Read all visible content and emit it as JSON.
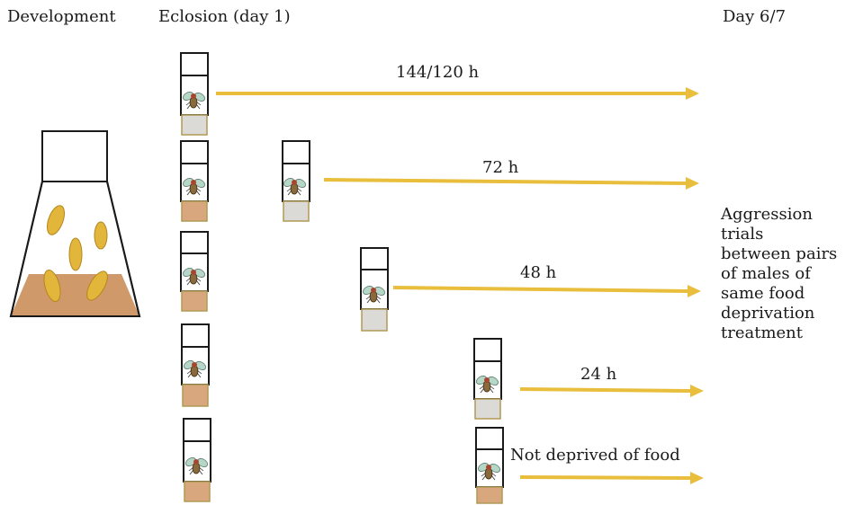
{
  "headers": {
    "development": "Development",
    "eclosion": "Eclosion (day 1)",
    "day": "Day 6/7"
  },
  "treatments": {
    "t144": "144/120 h",
    "t72": "72 h",
    "t48": "48 h",
    "t24": "24 h",
    "not_deprived": "Not deprived of food"
  },
  "outcome_lines": [
    "Aggression",
    "trials",
    "between pairs",
    "of males of",
    "same food",
    "deprivation",
    "treatment"
  ],
  "colors": {
    "arrow": "#E8BE3C",
    "food": "#D9A77E",
    "no_food": "#DCDAD6",
    "larva": "#E2B53B",
    "flask_food": "#D0996A"
  }
}
